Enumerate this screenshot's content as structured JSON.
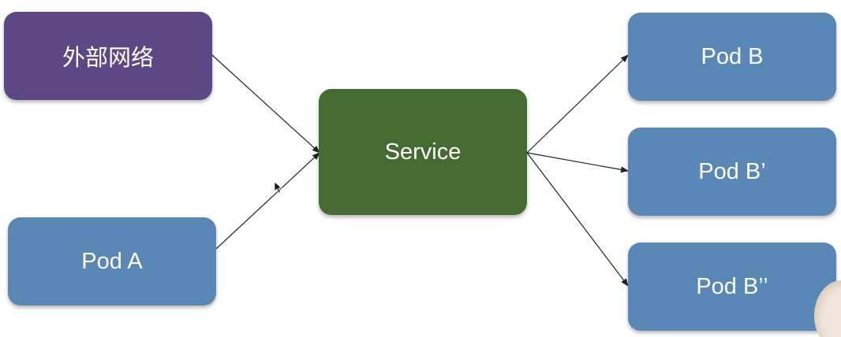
{
  "colors": {
    "external": "#5b4884",
    "pod": "#5a88b6",
    "service": "#456b31",
    "edge": "#222222"
  },
  "nodes": {
    "external": {
      "label": "外部网络"
    },
    "pod_a": {
      "label": "Pod A"
    },
    "service": {
      "label": "Service"
    },
    "pod_b": {
      "label": "Pod B"
    },
    "pod_b1": {
      "label": "Pod B’"
    },
    "pod_b2": {
      "label": "Pod B’’"
    }
  },
  "edges": [
    {
      "from": "external",
      "to": "service"
    },
    {
      "from": "pod_a",
      "to": "service"
    },
    {
      "from": "service",
      "to": "pod_b"
    },
    {
      "from": "service",
      "to": "pod_b1"
    },
    {
      "from": "service",
      "to": "pod_b2"
    }
  ]
}
